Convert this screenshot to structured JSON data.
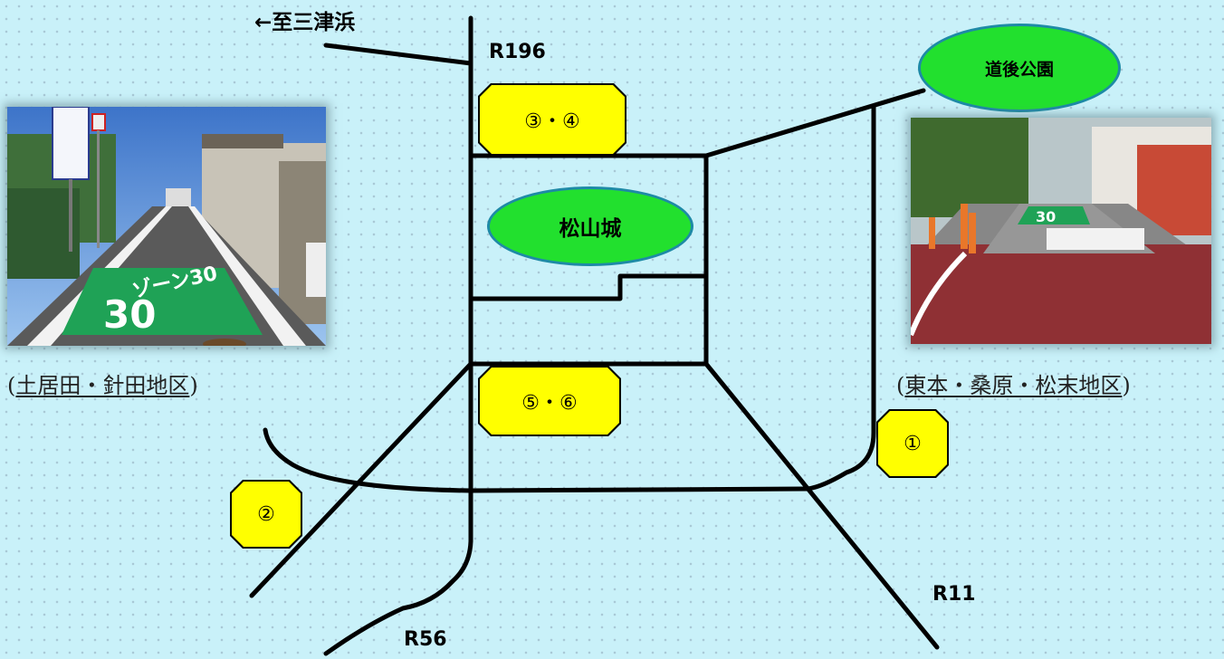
{
  "map": {
    "direction_label": "←至三津浜",
    "roads": {
      "r196": "R196",
      "r11": "R11",
      "r56": "R56"
    },
    "landmarks": {
      "matsuyama_castle": "松山城",
      "dogo_park": "道後公園"
    },
    "markers": {
      "m1": "①",
      "m2": "②",
      "m34": "③・④",
      "m56": "⑤・⑥"
    },
    "photos": {
      "left": {
        "caption_open": "(",
        "caption_name": "土居田・針田地区",
        "caption_close": ")",
        "sign_text": "ゾーン30",
        "sign_number": "30"
      },
      "right": {
        "caption_open": "(",
        "caption_name": "東本・桑原・松末地区",
        "caption_close": ")",
        "sign_number": "30"
      }
    }
  }
}
